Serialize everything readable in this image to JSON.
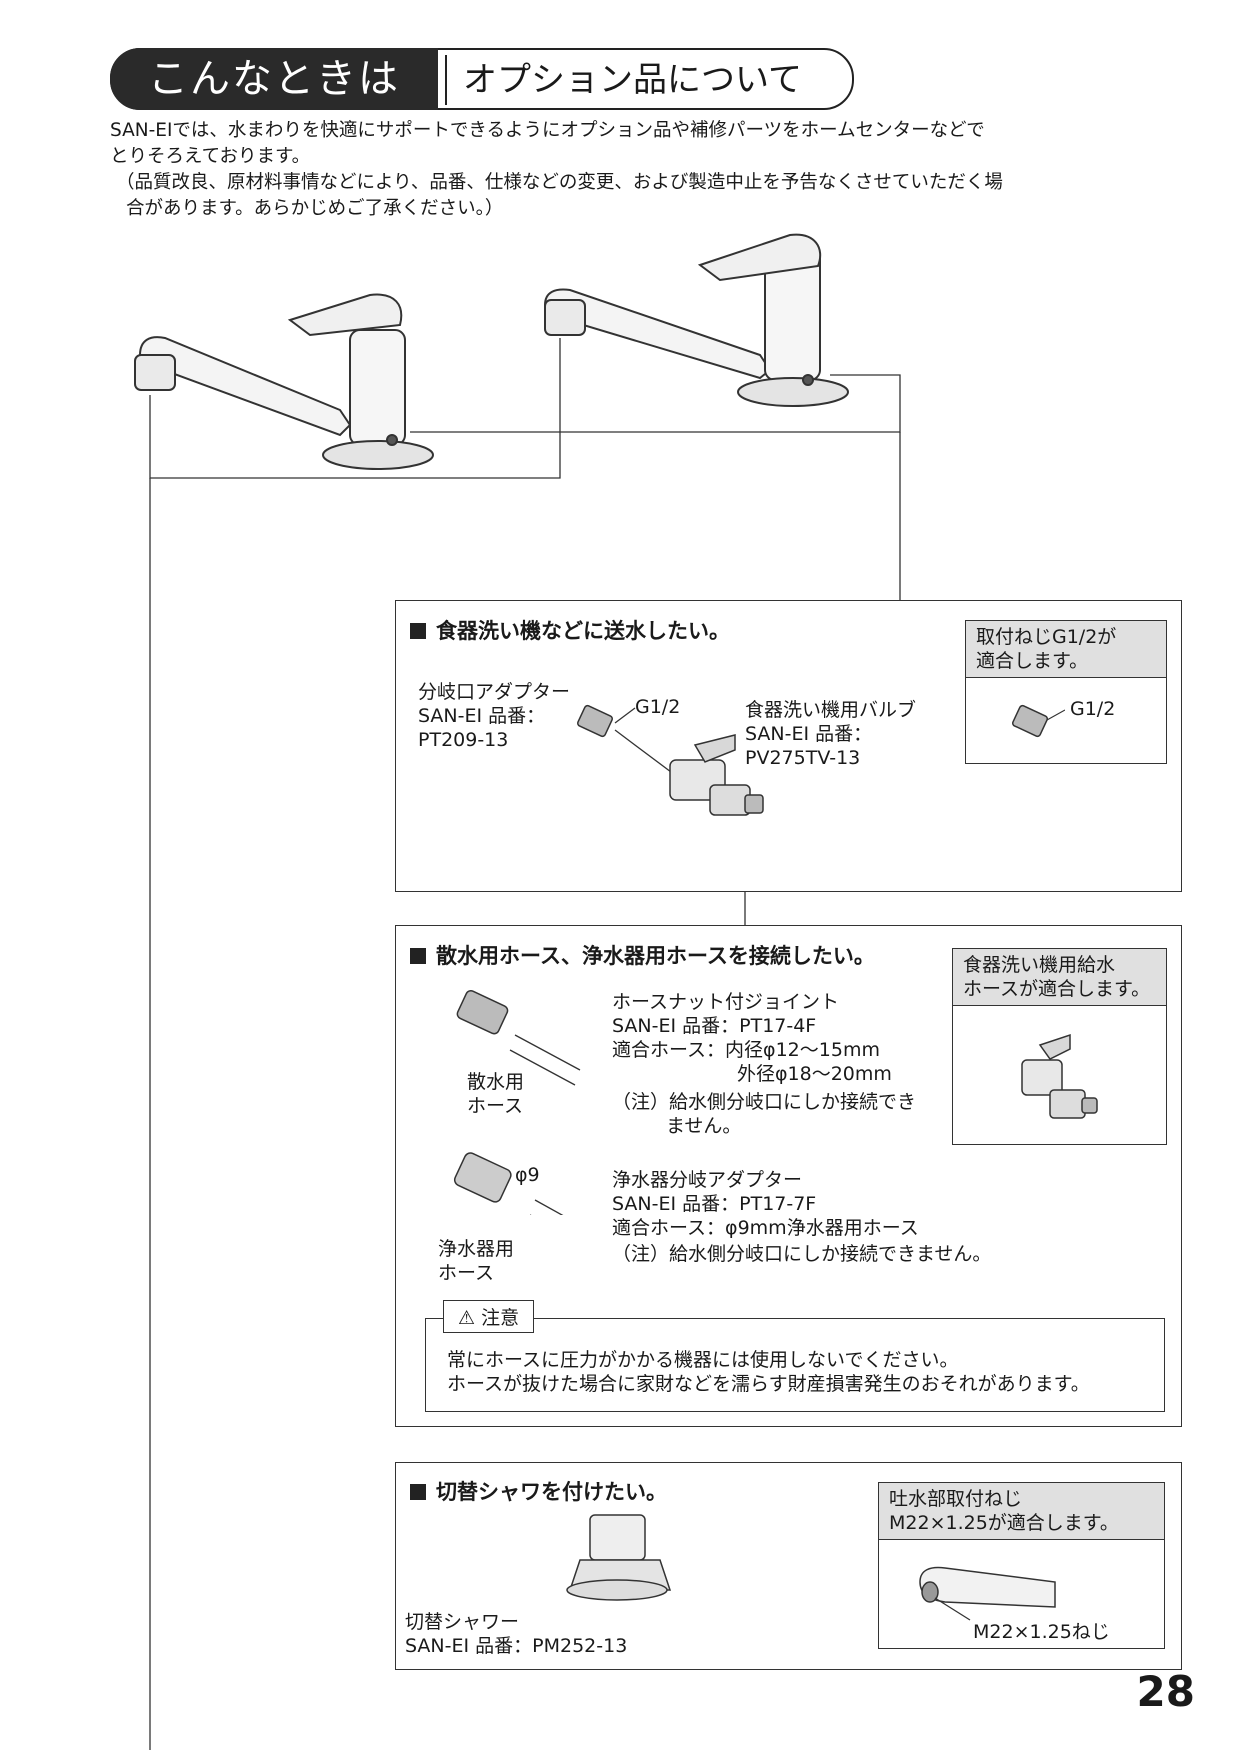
{
  "header": {
    "title_main": "こんなときは",
    "title_sub": "オプション品について"
  },
  "intro": {
    "line1": "SAN-EIでは、水まわりを快適にサポートできるようにオプション品や補修パーツをホームセンターなどで",
    "line2": "とりそろえております。",
    "line3": "（品質改良、原材料事情などにより、品番、仕様などの変更、および製造中止を予告なくさせていただく場",
    "line4": "合があります。あらかじめご了承ください。）"
  },
  "section1": {
    "heading": "食器洗い機などに送水したい。",
    "adapter_name": "分岐口アダプター",
    "adapter_code_label": "SAN-EI 品番：",
    "adapter_code": "PT209-13",
    "thread_label": "G1/2",
    "valve_name": "食器洗い機用バルブ",
    "valve_code_label": "SAN-EI 品番：",
    "valve_code": "PV275TV-13",
    "note_line1": "取付ねじG1/2が",
    "note_line2": "適合します。",
    "note_thread_label": "G1/2"
  },
  "section2": {
    "heading": "散水用ホース、浄水器用ホースを接続したい。",
    "joint_name": "ホースナット付ジョイント",
    "joint_code": "SAN-EI 品番：PT17-4F",
    "joint_hose1": "適合ホース：内径φ12～15mm",
    "joint_hose2": "外径φ18～20mm",
    "joint_note1": "（注）給水側分岐口にしか接続でき",
    "joint_note2": "ません。",
    "hose1_label1": "散水用",
    "hose1_label2": "ホース",
    "phi_label": "φ9",
    "purifier_name": "浄水器分岐アダプター",
    "purifier_code": "SAN-EI 品番：PT17-7F",
    "purifier_hose": "適合ホース：φ9mm浄水器用ホース",
    "purifier_note": "（注）給水側分岐口にしか接続できません。",
    "hose2_label1": "浄水器用",
    "hose2_label2": "ホース",
    "note_line1": "食器洗い機用給水",
    "note_line2": "ホースが適合します。",
    "caution_label": "注意",
    "caution_line1": "常にホースに圧力がかかる機器には使用しないでください。",
    "caution_line2": "ホースが抜けた場合に家財などを濡らす財産損害発生のおそれがあります。"
  },
  "section3": {
    "heading": "切替シャワを付けたい。",
    "product_name": "切替シャワー",
    "product_code": "SAN-EI 品番：PM252-13",
    "note_line1": "吐水部取付ねじ",
    "note_line2": "M22×1.25が適合します。",
    "thread_label": "M22×1.25ねじ"
  },
  "page_number": "28"
}
